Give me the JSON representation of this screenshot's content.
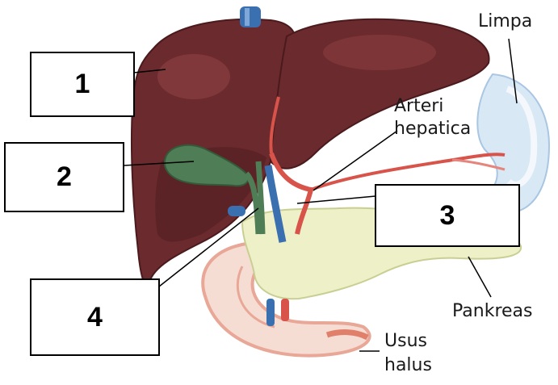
{
  "boxes": [
    {
      "id": "1",
      "text": "1"
    },
    {
      "id": "2",
      "text": "2"
    },
    {
      "id": "3",
      "text": "3"
    },
    {
      "id": "4",
      "text": "4"
    }
  ],
  "labels": {
    "limpa": "Limpa",
    "arteri": "Arteri",
    "hepatica": "hepatica",
    "pankreas": "Pankreas",
    "usus": "Usus",
    "halus": "halus"
  },
  "colors": {
    "liver": "#6b2a2d",
    "liver_highlight": "#8a3e40",
    "gallbladder": "#4f7d56",
    "pancreas": "#eef0c8",
    "spleen": "#d9e8f5",
    "intestine": "#f3c4b8",
    "artery": "#d8534a",
    "vein": "#3a6fb0"
  }
}
